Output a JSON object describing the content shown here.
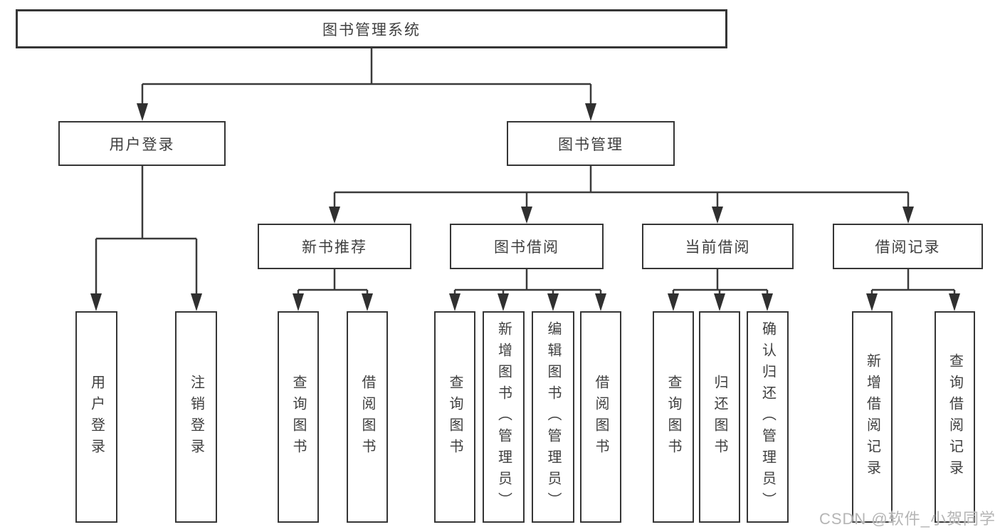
{
  "diagram": {
    "title": "图书管理系统",
    "watermark": "CSDN @软件_小贺同学",
    "colors": {
      "background": "#ffffff",
      "line": "#3a3a3a",
      "box_border": "#363636",
      "text": "#3f3f3f",
      "watermark": "#b5b5b5"
    },
    "tree": {
      "root": {
        "label": "图书管理系统"
      },
      "branches": [
        {
          "label": "用户登录",
          "children": [
            {
              "label": "用户登录"
            },
            {
              "label": "注销登录"
            }
          ]
        },
        {
          "label": "图书管理",
          "groups": [
            {
              "label": "新书推荐",
              "children": [
                {
                  "label": "查询图书"
                },
                {
                  "label": "借阅图书"
                }
              ]
            },
            {
              "label": "图书借阅",
              "children": [
                {
                  "label": "查询图书"
                },
                {
                  "label": "新增图书（管理员）"
                },
                {
                  "label": "编辑图书（管理员）"
                },
                {
                  "label": "借阅图书"
                }
              ]
            },
            {
              "label": "当前借阅",
              "children": [
                {
                  "label": "查询图书"
                },
                {
                  "label": "归还图书"
                },
                {
                  "label": "确认归还（管理员）"
                }
              ]
            },
            {
              "label": "借阅记录",
              "children": [
                {
                  "label": "新增借阅记录"
                },
                {
                  "label": "查询借阅记录"
                }
              ]
            }
          ]
        }
      ]
    }
  }
}
